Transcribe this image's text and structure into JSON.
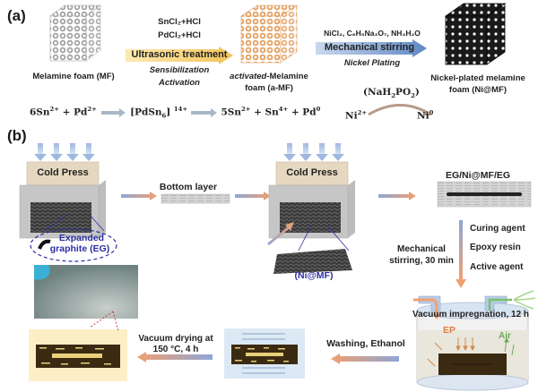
{
  "panel_a": {
    "label": "(a)",
    "mf_label": "Melamine foam (MF)",
    "step1": {
      "reagent1": "SnCl₂+HCl",
      "reagent2": "PdCl₂+HCl",
      "process": "Ultrasonic treatment",
      "sub1": "Sensibilization",
      "sub2": "Activation"
    },
    "amf_label_italic": "activated",
    "amf_label_rest": "-Melamine",
    "amf_label_line2": "foam (a-MF)",
    "step2": {
      "reagents": "NiCl₂, C₆H₅Na₃O₇, NH₃H₂O",
      "process": "Mechanical stirring",
      "sub": "Nickel Plating"
    },
    "nimf_label_line1": "Nickel-plated melamine",
    "nimf_label_line2": "foam (Ni@MF)",
    "equation1": {
      "term1": "6Sn",
      "term1_sup": "2+",
      "plus1": " + Pd",
      "plus1_sup": "2+",
      "complex": "[PdSn",
      "complex_sub": "6",
      "complex_close": "]",
      "complex_sup": "14+",
      "prod1": "5Sn",
      "prod1_sup": "2+",
      "prod2": " + Sn",
      "prod2_sup": "4+",
      "prod3": " + Pd",
      "prod3_sup": "0"
    },
    "equation2": {
      "catalyst": "(NaH",
      "catalyst_sub1": "2",
      "catalyst_mid": "PO",
      "catalyst_sub2": "2",
      "catalyst_close": ")",
      "reactant": "Ni",
      "reactant_sup": "2+",
      "product": "Ni",
      "product_sup": "0"
    }
  },
  "panel_b": {
    "label": "(b)",
    "cold_press_1": "Cold Press",
    "cold_press_2": "Cold Press",
    "eg_label_line1": "Expanded",
    "eg_label_line2": "graphite (EG)",
    "bottom_layer": "Bottom layer",
    "nimf_label": "(Ni@MF)",
    "sandwich_label": "EG/Ni@MF/EG",
    "additives": [
      "Curing agent",
      "Epoxy resin",
      "Active agent"
    ],
    "stirring_line1": "Mechanical",
    "stirring_line2": "stirring, 30 min",
    "vacuum_impregnation": "Vacuum impregnation, 12 h",
    "ep_label": "EP",
    "air_label": "Air",
    "washing": "Washing, Ethanol",
    "drying_line1": "Vacuum drying at",
    "drying_line2": "150 °C,  4 h"
  },
  "colors": {
    "arrow_blue": "#8fa6d6",
    "arrow_orange": "#f0a070",
    "press_top": "#e6d8c0",
    "box_gray": "#b9b9b9",
    "composite_brown": "#3b2a12",
    "composite_yellow": "#e8cf7a",
    "dried_bg": "#fcefc8",
    "washed_bg": "#dce9f5",
    "label_blue": "#2b2fa0"
  }
}
